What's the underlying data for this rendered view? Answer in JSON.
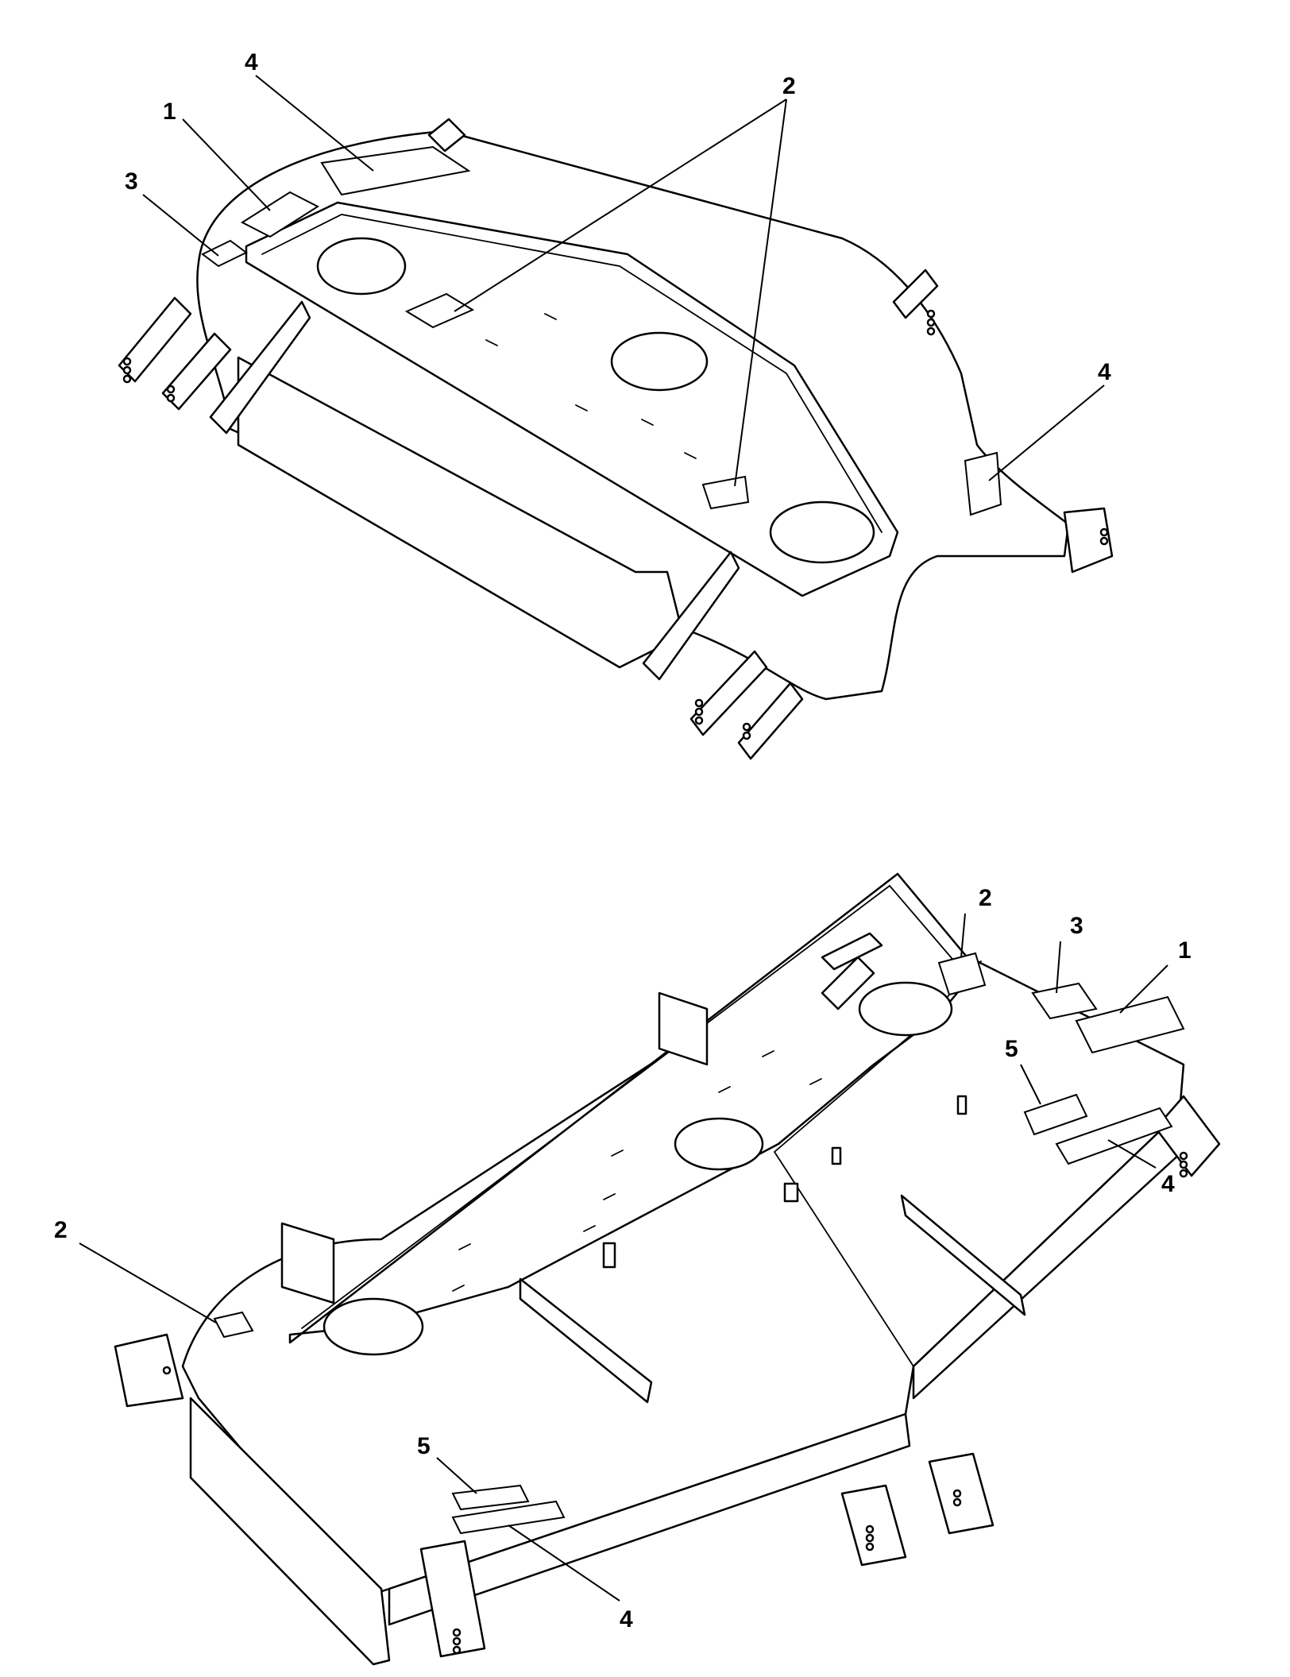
{
  "callouts": {
    "top": [
      "1",
      "2",
      "3",
      "4",
      "4"
    ],
    "bottom": [
      "2",
      "3",
      "1",
      "5",
      "4",
      "2",
      "5",
      "4"
    ]
  }
}
